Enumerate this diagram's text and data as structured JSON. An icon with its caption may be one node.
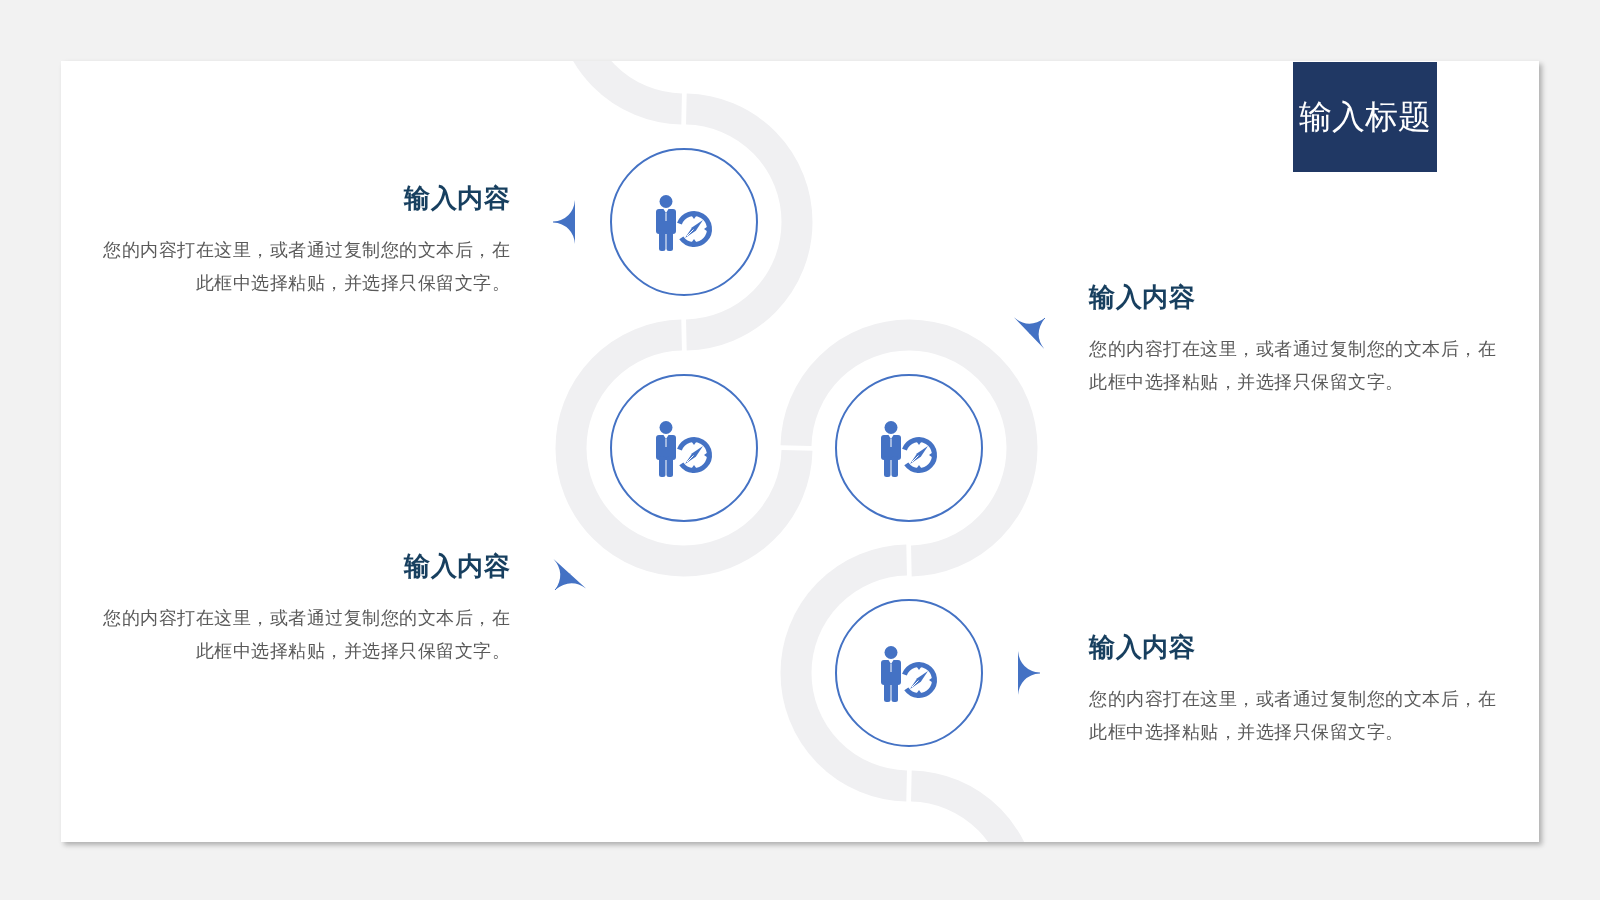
{
  "diagram": {
    "title": "输入标题",
    "nodes": [
      {
        "text": [
          "输入内容",
          "您的内容打在这里，或者通过复制您的文本后，在此框中选择粘贴，并选择只保留文字。"
        ]
      },
      {
        "text": [],
        "shape": "circle"
      },
      {
        "text": [
          "输入内容",
          "您的内容打在这里，或者通过复制您的文本后，在此框中选择粘贴，并选择只保留文字。"
        ]
      },
      {
        "text": [],
        "shape": "circle"
      },
      {
        "text": [],
        "shape": "circle"
      },
      {
        "text": [
          "输入内容",
          "您的内容打在这里，或者通过复制您的文本后，在此框中选择粘贴，并选择只保留文字。"
        ]
      },
      {
        "text": [],
        "shape": "circle"
      },
      {
        "text": [
          "输入内容",
          "您的内容打在这里，或者通过复制您的文本后，在此框中选择粘贴，并选择只保留文字。"
        ]
      }
    ],
    "edges": [
      {
        "from": null,
        "to": 0,
        "arrow": "to"
      },
      {
        "from": null,
        "to": 2,
        "arrow": "to"
      },
      {
        "from": null,
        "to": 5,
        "arrow": "to"
      },
      {
        "from": null,
        "to": 7,
        "arrow": "to"
      }
    ]
  }
}
